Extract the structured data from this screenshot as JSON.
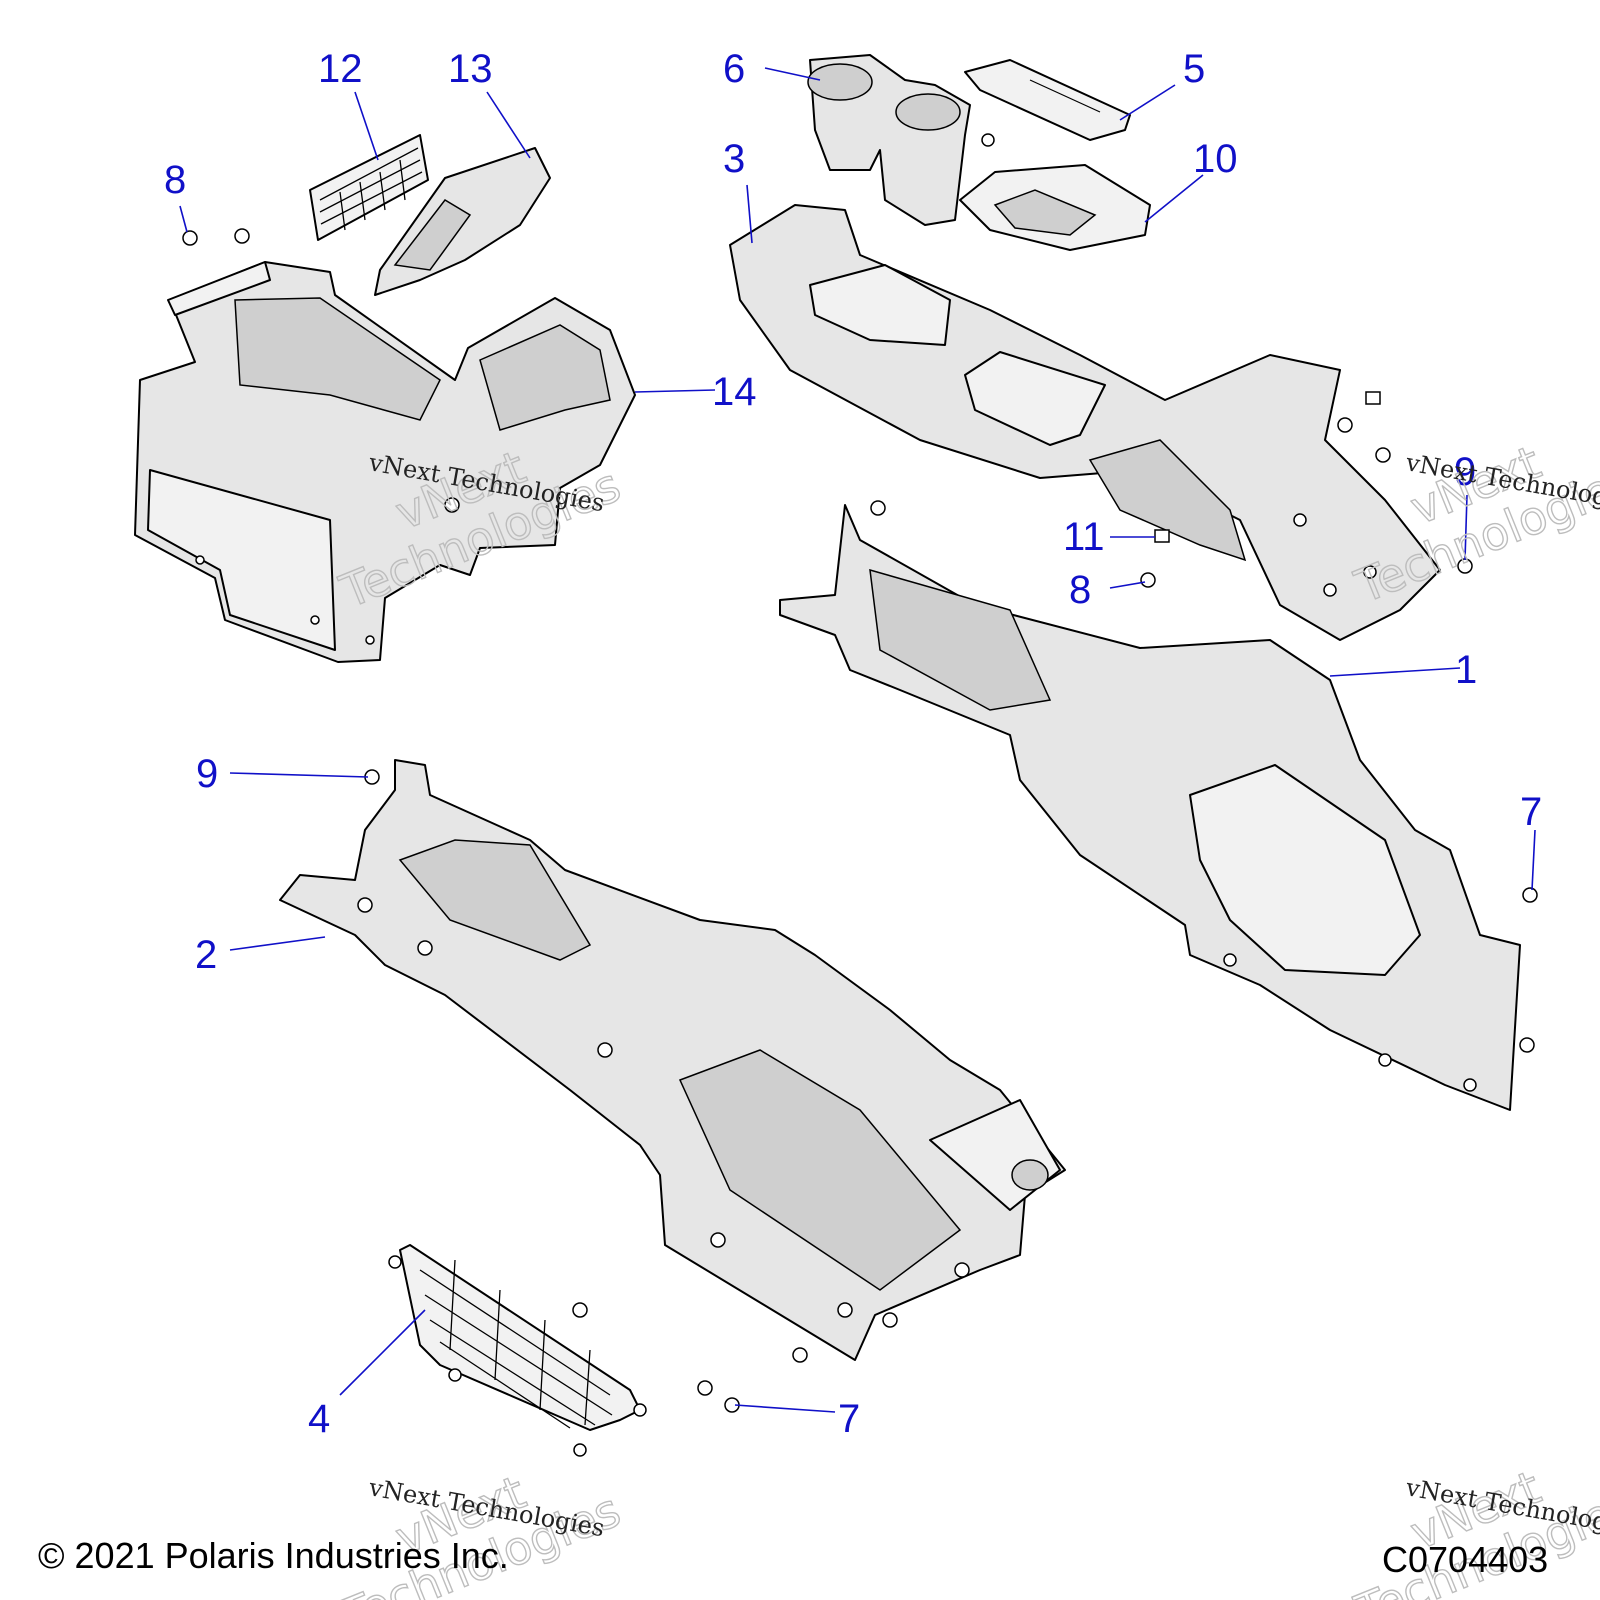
{
  "callouts": [
    {
      "id": "c1",
      "text": "1"
    },
    {
      "id": "c2",
      "text": "2"
    },
    {
      "id": "c3",
      "text": "3"
    },
    {
      "id": "c4",
      "text": "4"
    },
    {
      "id": "c5",
      "text": "5"
    },
    {
      "id": "c6",
      "text": "6"
    },
    {
      "id": "c7a",
      "text": "7"
    },
    {
      "id": "c7b",
      "text": "7"
    },
    {
      "id": "c8a",
      "text": "8"
    },
    {
      "id": "c8b",
      "text": "8"
    },
    {
      "id": "c9a",
      "text": "9"
    },
    {
      "id": "c9b",
      "text": "9"
    },
    {
      "id": "c10",
      "text": "10"
    },
    {
      "id": "c11",
      "text": "11"
    },
    {
      "id": "c12",
      "text": "12"
    },
    {
      "id": "c13",
      "text": "13"
    },
    {
      "id": "c14",
      "text": "14"
    }
  ],
  "watermark": {
    "brand_line1": "vNext",
    "brand_line2": "Technologies",
    "caption": "vNext Technologies"
  },
  "footer": {
    "copyright": "© 2021 Polaris Industries Inc.",
    "figure_code": "C0704403"
  }
}
